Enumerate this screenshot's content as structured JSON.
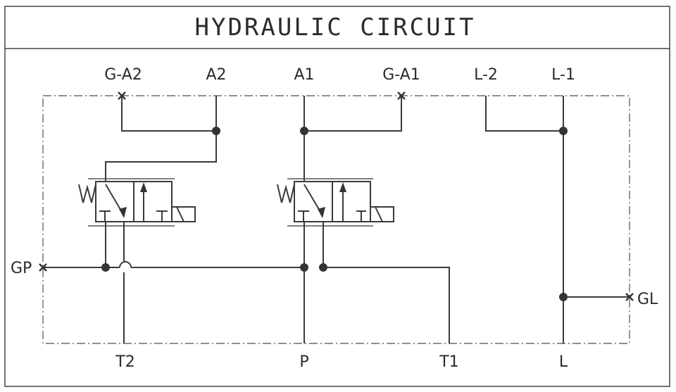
{
  "title": "HYDRAULIC CIRCUIT",
  "ports": {
    "ga2": "G-A2",
    "a2": "A2",
    "a1": "A1",
    "ga1": "G-A1",
    "l2": "L-2",
    "l1": "L-1",
    "gp": "GP",
    "gl": "GL",
    "t2": "T2",
    "p": "P",
    "t1": "T1",
    "l": "L"
  }
}
